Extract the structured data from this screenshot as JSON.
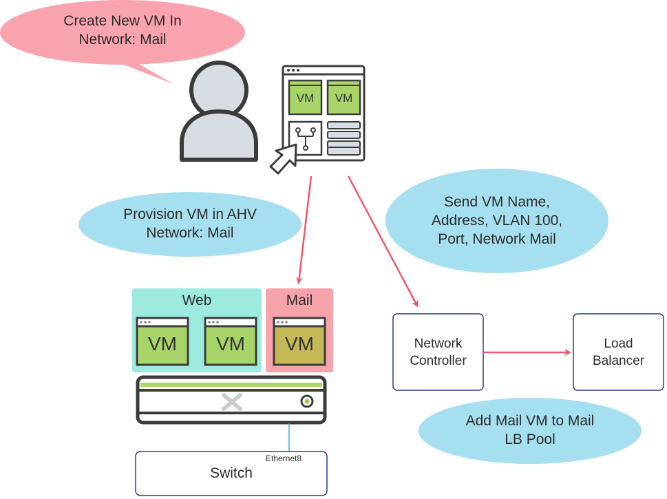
{
  "bubbles": {
    "create": [
      "Create New VM In",
      "Network: Mail"
    ],
    "provision": [
      "Provision VM in AHV",
      "Network: Mail"
    ],
    "send": [
      "Send VM Name,",
      "Address, VLAN 100,",
      "Port, Network Mail"
    ],
    "add": [
      "Add Mail VM to Mail",
      "LB Pool"
    ]
  },
  "ui_window": {
    "vm_labels": [
      "VM",
      "VM"
    ]
  },
  "groups": {
    "web": {
      "label": "Web",
      "vms": [
        "VM",
        "VM"
      ]
    },
    "mail": {
      "label": "Mail",
      "vms": [
        "VM"
      ]
    }
  },
  "switch": {
    "label": "Switch",
    "port": "Ethernet8"
  },
  "network_controller": [
    "Network",
    "Controller"
  ],
  "load_balancer": [
    "Load",
    "Balancer"
  ],
  "colors": {
    "pink_bubble": "#f9a3ae",
    "blue_bubble": "#a6dff0",
    "web_group": "#9debde",
    "mail_group": "#f6a3ac",
    "vm_green": "#a9d46a",
    "vm_olive": "#c5b957",
    "arrow": "#f0566b",
    "box_border": "#2a3d7c",
    "person": "#d7dde3"
  }
}
